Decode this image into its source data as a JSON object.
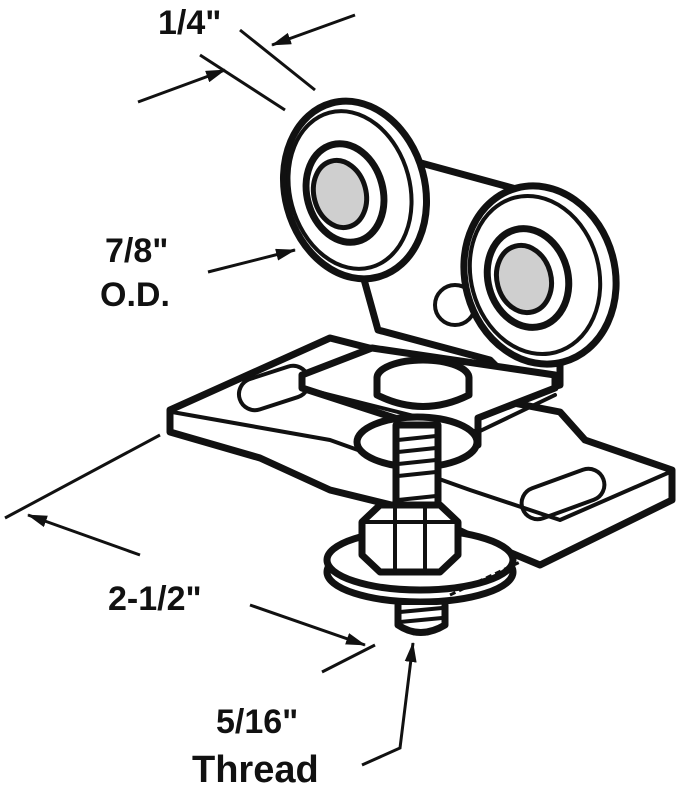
{
  "diagram": {
    "labels": {
      "width": "1/4\"",
      "od_value": "7/8\"",
      "od_suffix": "O.D.",
      "length": "2-1/2\"",
      "thread_size": "5/16\"",
      "thread_word": "Thread"
    },
    "colors": {
      "line": "#111111",
      "fill": "#ffffff",
      "shade": "#cfcfcf"
    }
  }
}
